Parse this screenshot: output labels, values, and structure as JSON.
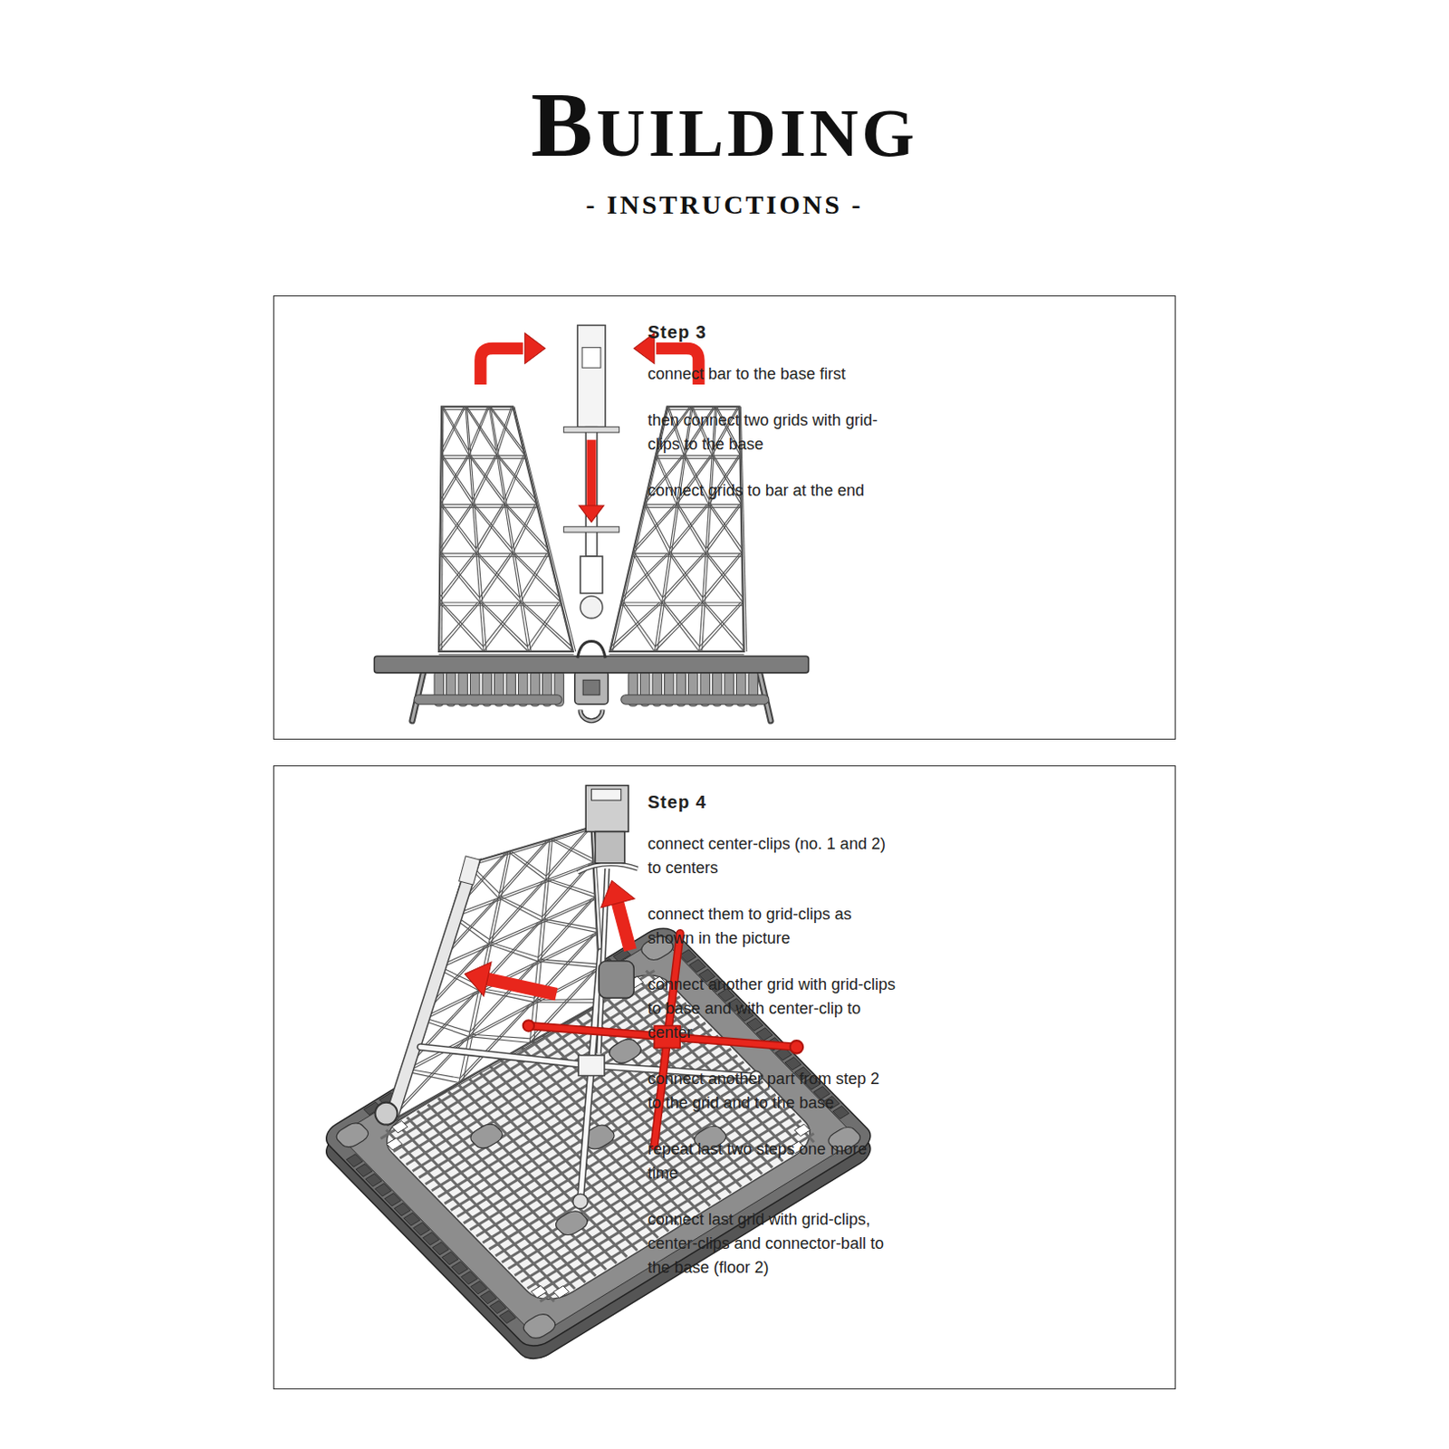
{
  "diagram": {
    "title": "BUILDING",
    "nodes": [
      {
        "text": [
          "Step 3",
          "connect bar to the base first",
          "then connect two grids with grid-clips to the base",
          "connect grids to bar at the end"
        ]
      },
      {
        "text": [
          "Step 4",
          "connect center-clips  (no. 1 and 2) to centers",
          "connect them to grid-clips as shown in the picture",
          "connect another grid with grid-clips to base and with center-clip to center",
          "connect another part from step 2  to the grid and to the base",
          "repeat  last two steps one more time",
          "connect last grid with grid-clips, center-clips and connector-ball to the base (floor 2)"
        ]
      }
    ],
    "labels": [
      "- INSTRUCTIONS -"
    ]
  }
}
